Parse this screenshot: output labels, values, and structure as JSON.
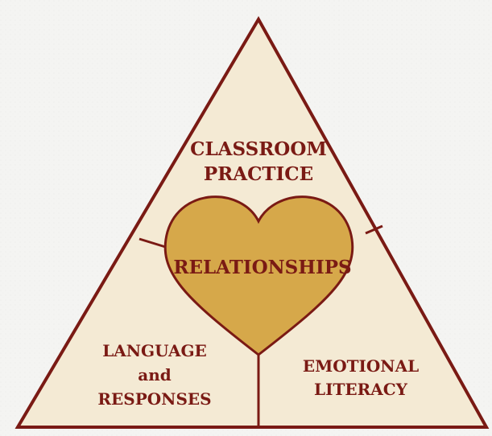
{
  "diagram": {
    "top_section": {
      "line1": "CLASSROOM",
      "line2": "PRACTICE"
    },
    "center": {
      "label": "RELATIONSHIPS"
    },
    "left_section": {
      "line1": "LANGUAGE",
      "line2": "and",
      "line3": "RESPONSES"
    },
    "right_section": {
      "line1": "EMOTIONAL",
      "line2": "LITERACY"
    },
    "colors": {
      "background": "#f3f3f1",
      "triangle_fill": "#f4ead4",
      "outline": "#7a1a14",
      "heart_fill": "#d6a84a",
      "text": "#7a1a14"
    }
  }
}
